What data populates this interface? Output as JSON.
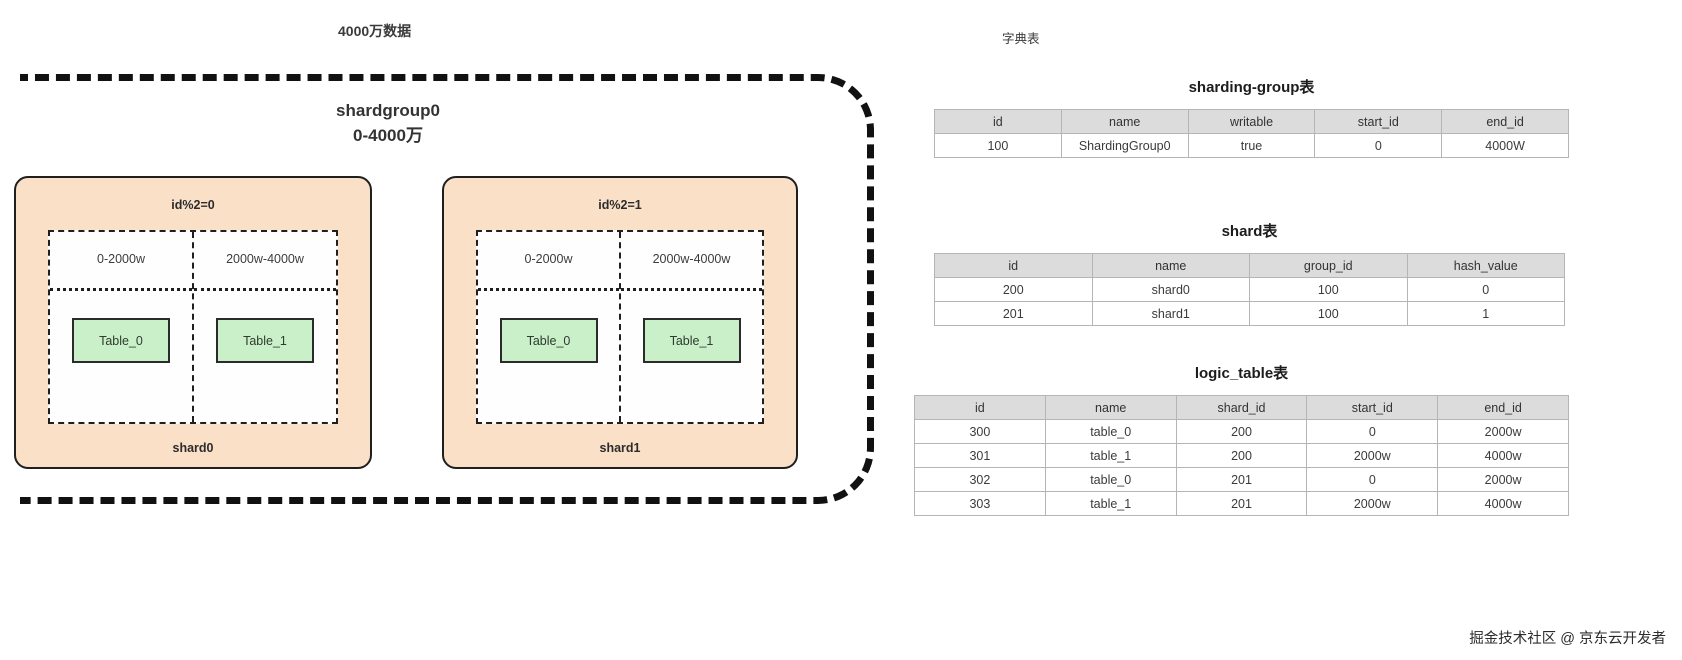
{
  "left": {
    "data_volume_caption": "4000万数据",
    "group_title": "shardgroup0\n0-4000万",
    "shards": [
      {
        "mod_label": "id%2=0",
        "name_label": "shard0",
        "ranges": [
          {
            "range": "0-2000w",
            "table": "Table_0"
          },
          {
            "range": "2000w-4000w",
            "table": "Table_1"
          }
        ]
      },
      {
        "mod_label": "id%2=1",
        "name_label": "shard1",
        "ranges": [
          {
            "range": "0-2000w",
            "table": "Table_0"
          },
          {
            "range": "2000w-4000w",
            "table": "Table_1"
          }
        ]
      }
    ]
  },
  "right": {
    "dict_caption": "字典表",
    "tables": [
      {
        "title": "sharding-group表",
        "columns": [
          "id",
          "name",
          "writable",
          "start_id",
          "end_id"
        ],
        "rows": [
          [
            "100",
            "ShardingGroup0",
            "true",
            "0",
            "4000W"
          ]
        ]
      },
      {
        "title": "shard表",
        "columns": [
          "id",
          "name",
          "group_id",
          "hash_value"
        ],
        "rows": [
          [
            "200",
            "shard0",
            "100",
            "0"
          ],
          [
            "201",
            "shard1",
            "100",
            "1"
          ]
        ]
      },
      {
        "title": "logic_table表",
        "columns": [
          "id",
          "name",
          "shard_id",
          "start_id",
          "end_id"
        ],
        "rows": [
          [
            "300",
            "table_0",
            "200",
            "0",
            "2000w"
          ],
          [
            "301",
            "table_1",
            "200",
            "2000w",
            "4000w"
          ],
          [
            "302",
            "table_0",
            "201",
            "0",
            "2000w"
          ],
          [
            "303",
            "table_1",
            "201",
            "2000w",
            "4000w"
          ]
        ]
      }
    ]
  },
  "watermark": "掘金技术社区 @ 京东云开发者",
  "colors": {
    "shard_card_bg": "#fbe0c8",
    "table_chip_bg": "#c9f0c9",
    "table_header_bg": "#dcdcdc",
    "outline": "#1f1f1f"
  }
}
